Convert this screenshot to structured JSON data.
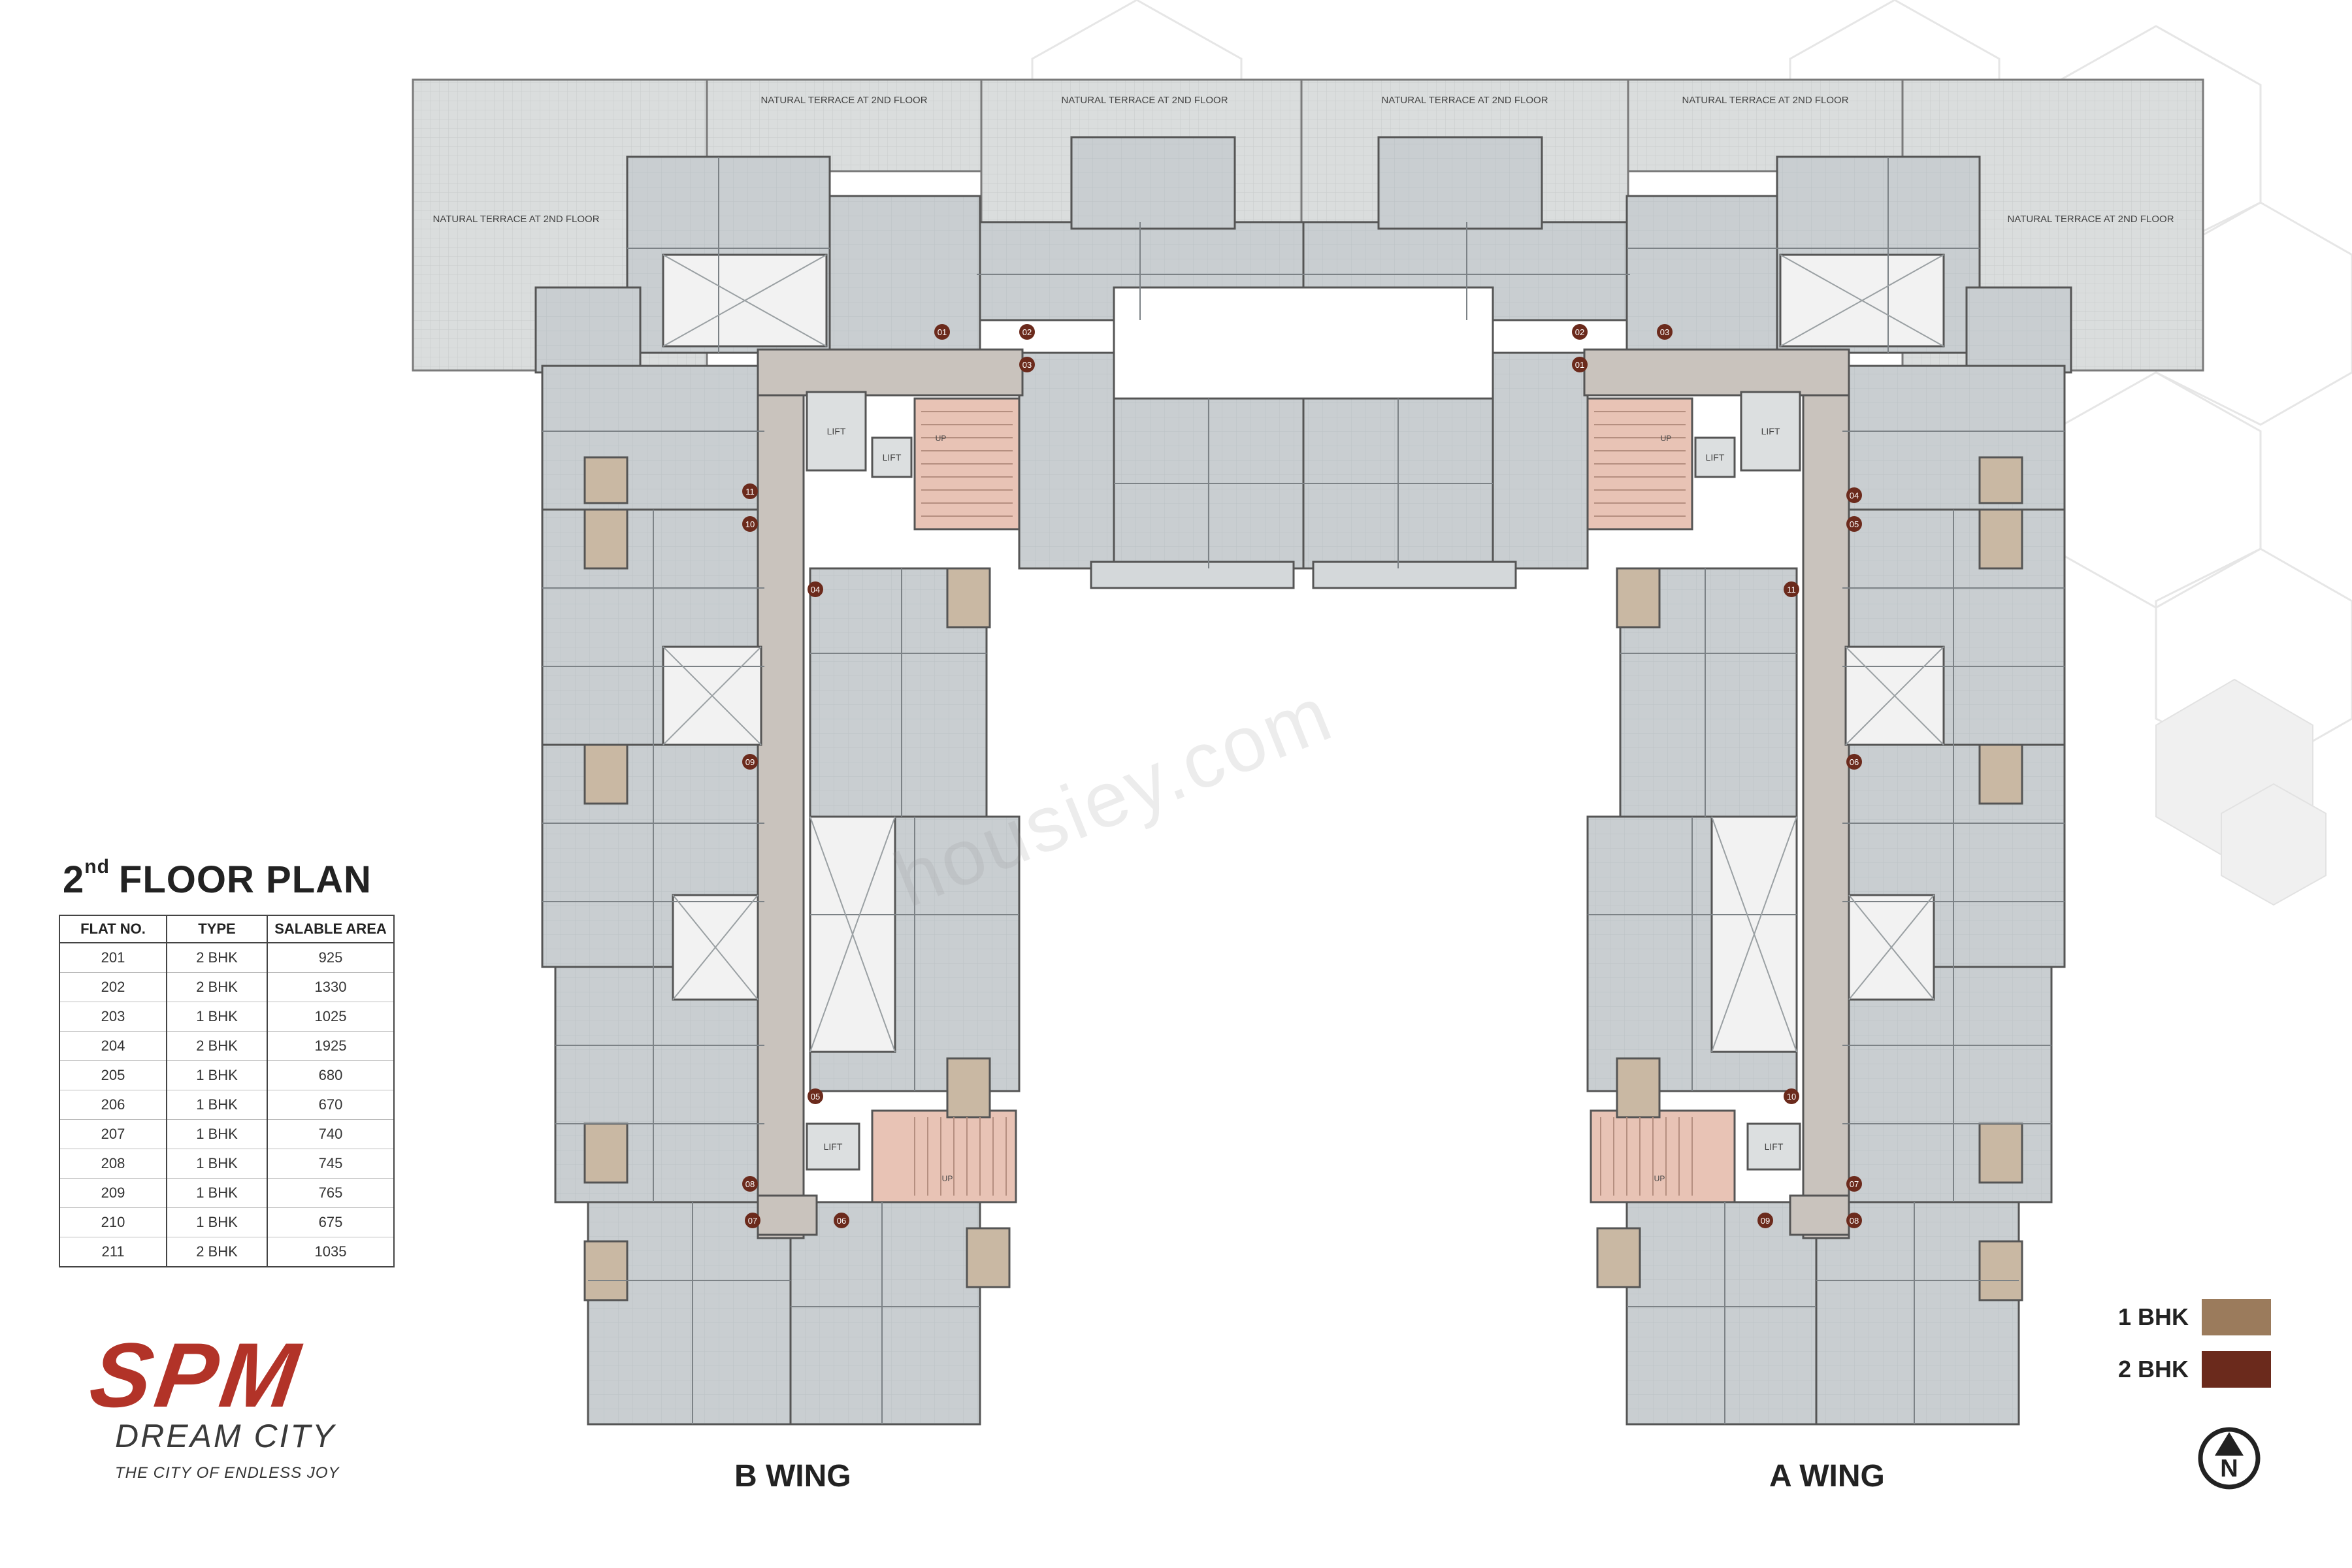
{
  "plan": {
    "title_main": "FLOOR PLAN",
    "title_floor_num": "2",
    "title_floor_suffix": "nd",
    "b_wing": "B WING",
    "a_wing": "A WING",
    "terrace_label": "NATURAL TERRACE AT 2ND FLOOR",
    "lift_label": "LIFT",
    "up_label": "UP"
  },
  "table": {
    "headers": [
      "FLAT NO.",
      "TYPE",
      "SALABLE AREA"
    ],
    "rows": [
      [
        "201",
        "2 BHK",
        "925"
      ],
      [
        "202",
        "2 BHK",
        "1330"
      ],
      [
        "203",
        "1 BHK",
        "1025"
      ],
      [
        "204",
        "2 BHK",
        "1925"
      ],
      [
        "205",
        "1 BHK",
        "680"
      ],
      [
        "206",
        "1 BHK",
        "670"
      ],
      [
        "207",
        "1 BHK",
        "740"
      ],
      [
        "208",
        "1 BHK",
        "745"
      ],
      [
        "209",
        "1 BHK",
        "765"
      ],
      [
        "210",
        "1 BHK",
        "675"
      ],
      [
        "211",
        "2 BHK",
        "1035"
      ]
    ]
  },
  "brand": {
    "name": "SPM",
    "subtitle": "DREAM CITY",
    "tagline": "THE CITY OF ENDLESS JOY"
  },
  "legend": [
    {
      "label": "1 BHK",
      "color": "#9b7b5c"
    },
    {
      "label": "2 BHK",
      "color": "#6b2a1c"
    }
  ],
  "north_letter": "N",
  "watermark": "housiey.com",
  "flat_numbers": [
    "01",
    "02",
    "03",
    "04",
    "05",
    "06",
    "07",
    "08",
    "09",
    "10",
    "11"
  ],
  "colors": {
    "terrace": "#d9dcdc",
    "flat": "#c8cdd0",
    "corridor": "#c9c3bd",
    "stair": "#e8c3b5",
    "balcony": "#c9b8a3",
    "outline": "#555555",
    "badge": "#6b2a1c"
  }
}
